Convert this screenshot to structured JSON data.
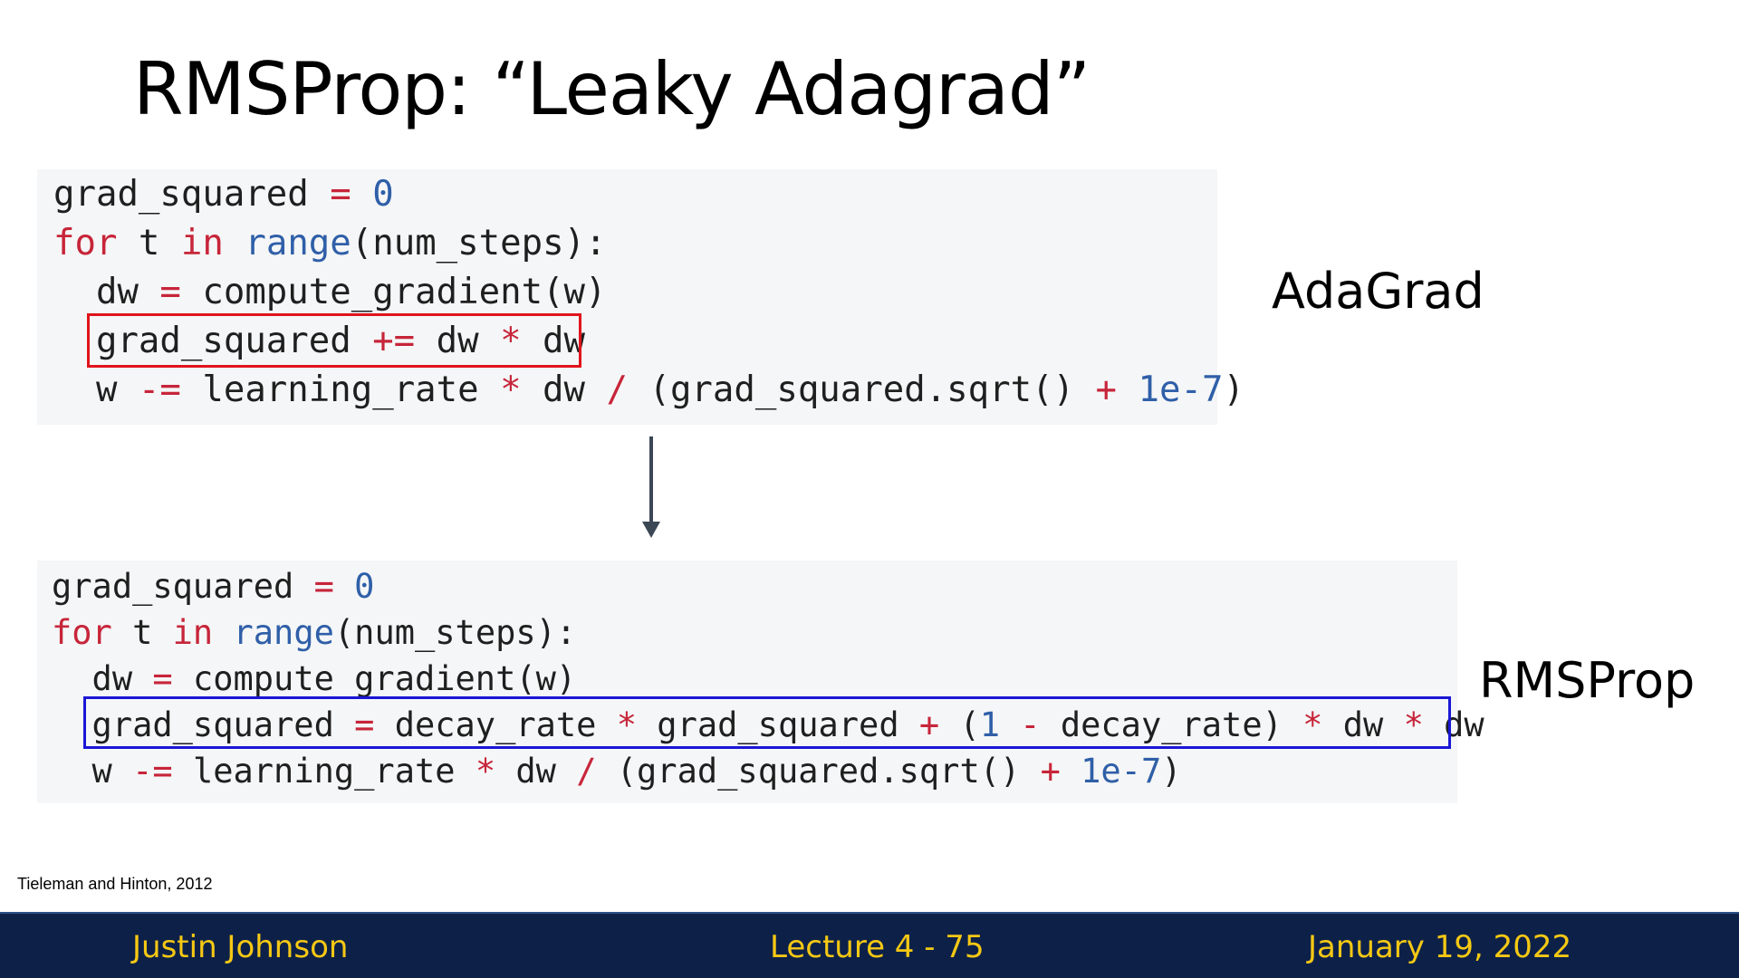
{
  "slide": {
    "title": "RMSProp: “Leaky Adagrad”"
  },
  "adagrad": {
    "label": "AdaGrad",
    "lines": [
      [
        [
          "grad_squared ",
          ""
        ],
        [
          "=",
          "op"
        ],
        [
          " ",
          ""
        ],
        [
          "0",
          "num"
        ]
      ],
      [
        [
          "for",
          "kw"
        ],
        [
          " t ",
          ""
        ],
        [
          "in",
          "kw"
        ],
        [
          " ",
          ""
        ],
        [
          "range",
          "fn"
        ],
        [
          "(num_steps):",
          ""
        ]
      ],
      [
        [
          "  dw ",
          ""
        ],
        [
          "=",
          "op"
        ],
        [
          " compute_gradient(w)",
          ""
        ]
      ],
      [
        [
          "  grad_squared ",
          ""
        ],
        [
          "+=",
          "op"
        ],
        [
          " dw ",
          ""
        ],
        [
          "*",
          "op"
        ],
        [
          " dw",
          ""
        ]
      ],
      [
        [
          "  w ",
          ""
        ],
        [
          "-=",
          "op"
        ],
        [
          " learning_rate ",
          ""
        ],
        [
          "*",
          "op"
        ],
        [
          " dw ",
          ""
        ],
        [
          "/",
          "op"
        ],
        [
          " (grad_squared.sqrt() ",
          ""
        ],
        [
          "+",
          "op"
        ],
        [
          " ",
          ""
        ],
        [
          "1e-7",
          "num"
        ],
        [
          ")",
          ""
        ]
      ]
    ]
  },
  "rmsprop": {
    "label": "RMSProp",
    "lines": [
      [
        [
          "grad_squared ",
          ""
        ],
        [
          "=",
          "op"
        ],
        [
          " ",
          ""
        ],
        [
          "0",
          "num"
        ]
      ],
      [
        [
          "for",
          "kw"
        ],
        [
          " t ",
          ""
        ],
        [
          "in",
          "kw"
        ],
        [
          " ",
          ""
        ],
        [
          "range",
          "fn"
        ],
        [
          "(num_steps):",
          ""
        ]
      ],
      [
        [
          "  dw ",
          ""
        ],
        [
          "=",
          "op"
        ],
        [
          " compute_gradient(w)",
          ""
        ]
      ],
      [
        [
          "  grad_squared ",
          ""
        ],
        [
          "=",
          "op"
        ],
        [
          " decay_rate ",
          ""
        ],
        [
          "*",
          "op"
        ],
        [
          " grad_squared ",
          ""
        ],
        [
          "+",
          "op"
        ],
        [
          " (",
          ""
        ],
        [
          "1",
          "num"
        ],
        [
          " ",
          ""
        ],
        [
          "-",
          "op"
        ],
        [
          " decay_rate) ",
          ""
        ],
        [
          "*",
          "op"
        ],
        [
          " dw ",
          ""
        ],
        [
          "*",
          "op"
        ],
        [
          " dw",
          ""
        ]
      ],
      [
        [
          "  w ",
          ""
        ],
        [
          "-=",
          "op"
        ],
        [
          " learning_rate ",
          ""
        ],
        [
          "*",
          "op"
        ],
        [
          " dw ",
          ""
        ],
        [
          "/",
          "op"
        ],
        [
          " (grad_squared.sqrt() ",
          ""
        ],
        [
          "+",
          "op"
        ],
        [
          " ",
          ""
        ],
        [
          "1e-7",
          "num"
        ],
        [
          ")",
          ""
        ]
      ]
    ]
  },
  "citation": "Tieleman and Hinton, 2012",
  "footer": {
    "author": "Justin Johnson",
    "lecture": "Lecture 4 - 75",
    "date": "January 19, 2022"
  },
  "colors": {
    "keyword": "#c7253a",
    "number": "#2f5fa8",
    "highlight_adagrad": "#e0141c",
    "highlight_rmsprop": "#1a16d6",
    "footer_bg": "#0d2148",
    "footer_text": "#f5c814"
  }
}
